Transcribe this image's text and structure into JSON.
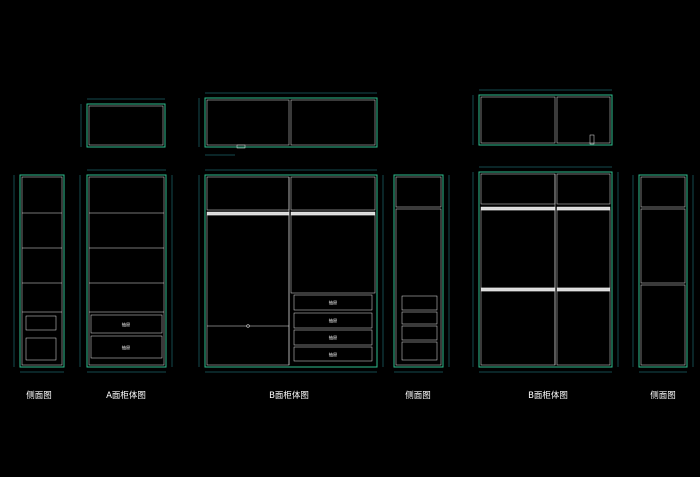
{
  "colors": {
    "background": "#000000",
    "outline": "#2fbf8f",
    "panel": "#e8e8e8",
    "dimension": "#39d4e0",
    "text": "#ffffff"
  },
  "captions": {
    "side_view_1": "侧面图",
    "a_cabinet": "A面柜体图",
    "b_cabinet_1": "B面柜体图",
    "side_view_2": "侧面图",
    "b_cabinet_2": "B面柜体图",
    "side_view_3": "侧面图"
  },
  "drawers": {
    "a_cabinet": [
      "抽屉",
      "抽屉"
    ],
    "b_cabinet_1": [
      "抽屉",
      "抽屉",
      "抽屉",
      "抽屉"
    ]
  }
}
